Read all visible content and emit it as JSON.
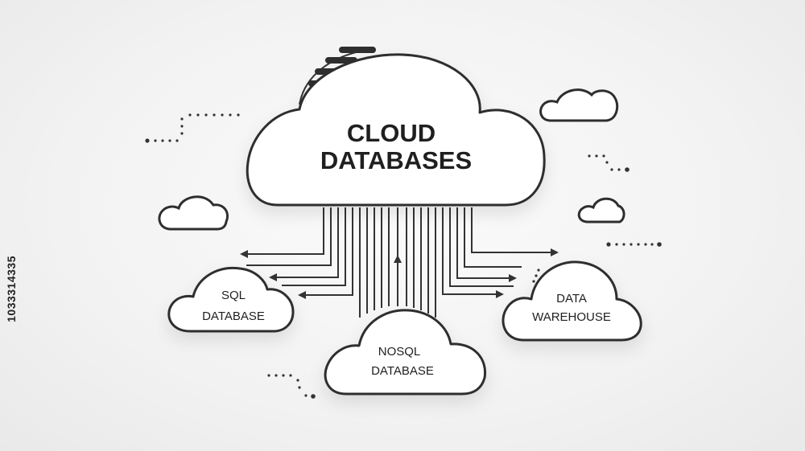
{
  "diagram": {
    "title_line1": "CLOUD",
    "title_line2": "DATABASES",
    "nodes": {
      "sql": {
        "line1": "SQL",
        "line2": "DATABASE"
      },
      "nosql": {
        "line1": "NOSQL",
        "line2": "DATABASE"
      },
      "warehouse": {
        "line1": "DATA",
        "line2": "WAREHOUSE"
      }
    }
  },
  "watermark": {
    "stock_id": "1033314335"
  },
  "colors": {
    "stroke": "#2e2e2e",
    "fill": "#ffffff",
    "background": "#f2f2f2"
  }
}
